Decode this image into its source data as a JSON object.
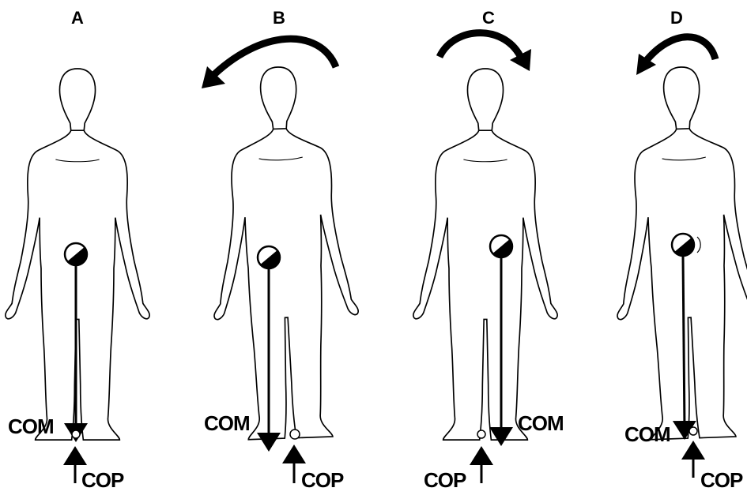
{
  "panels": [
    {
      "letter": "A",
      "com": "COM",
      "cop": "COP"
    },
    {
      "letter": "B",
      "com": "COM",
      "cop": "COP"
    },
    {
      "letter": "C",
      "com": "COM",
      "cop": "COP"
    },
    {
      "letter": "D",
      "com": "COM",
      "cop": "COP"
    }
  ],
  "colors": {
    "line": "#000000",
    "background": "#ffffff"
  }
}
